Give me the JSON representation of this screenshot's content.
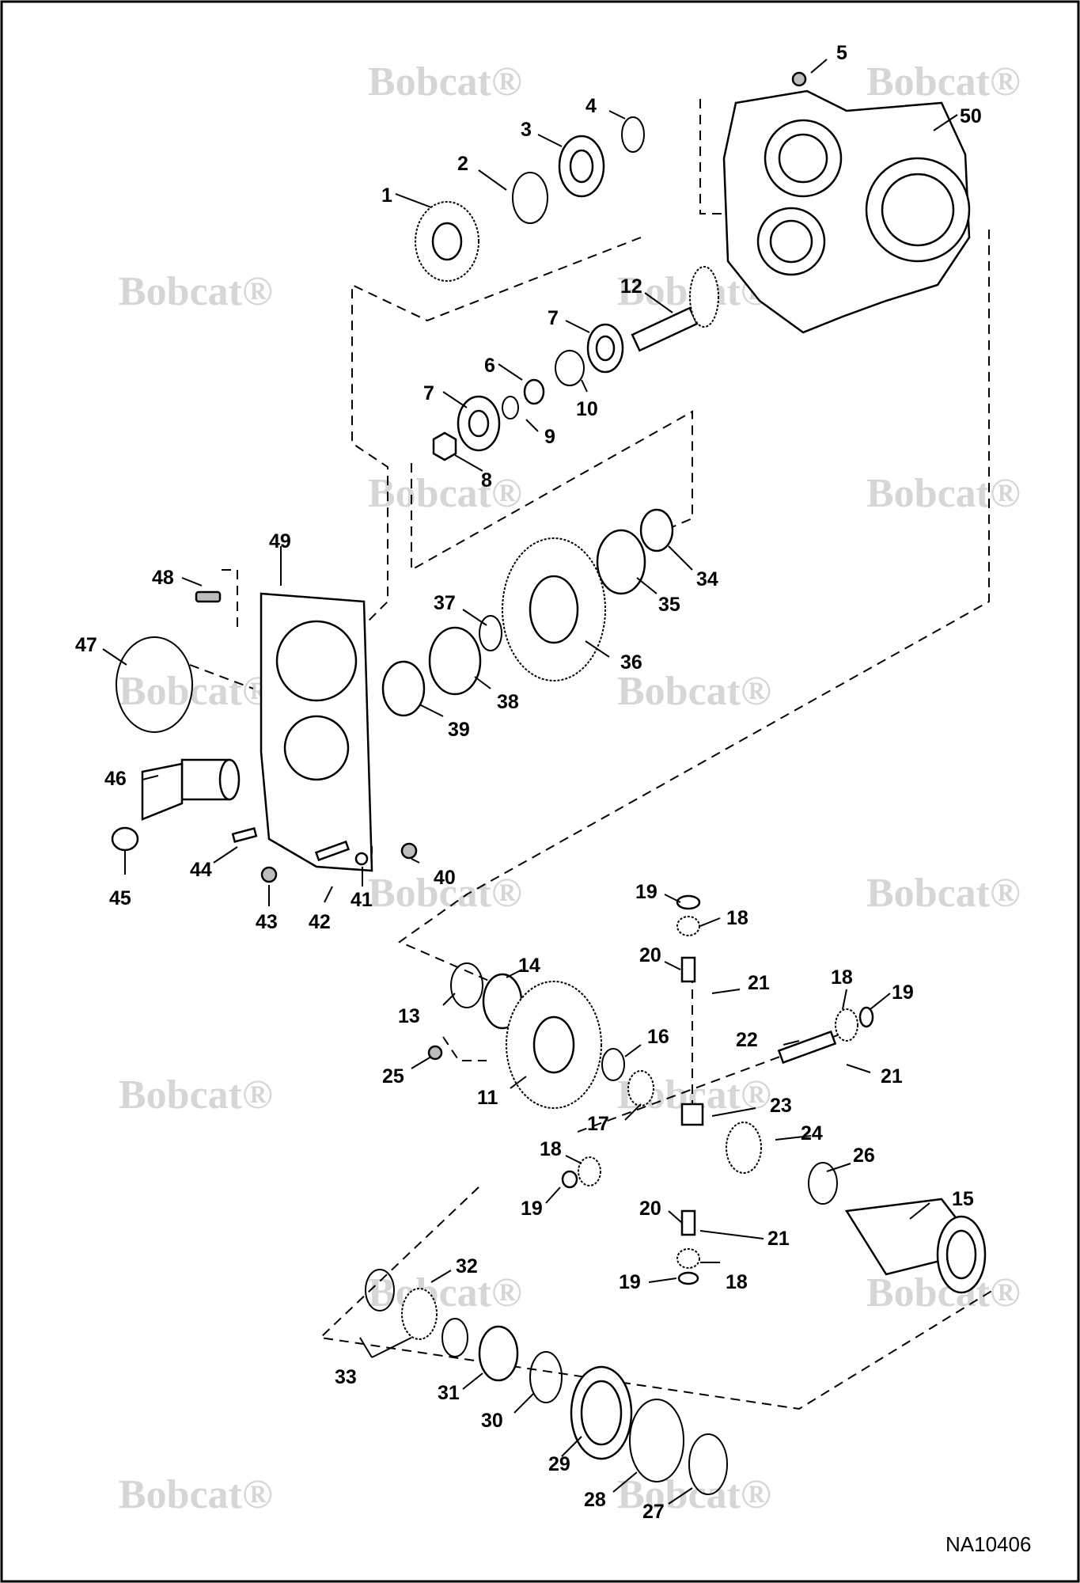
{
  "watermark": {
    "text": "Bobcat®"
  },
  "figure_id": "NA10406",
  "callouts": [
    "1",
    "2",
    "3",
    "4",
    "5",
    "50",
    "12",
    "7",
    "6",
    "10",
    "7",
    "9",
    "8",
    "34",
    "35",
    "36",
    "37",
    "38",
    "39",
    "48",
    "49",
    "47",
    "46",
    "44",
    "45",
    "43",
    "42",
    "41",
    "40",
    "19",
    "18",
    "20",
    "21",
    "18",
    "19",
    "14",
    "13",
    "16",
    "22",
    "21",
    "25",
    "11",
    "23",
    "17",
    "24",
    "26",
    "18",
    "19",
    "15",
    "20",
    "21",
    "32",
    "19",
    "18",
    "33",
    "31",
    "30",
    "29",
    "28",
    "27"
  ]
}
